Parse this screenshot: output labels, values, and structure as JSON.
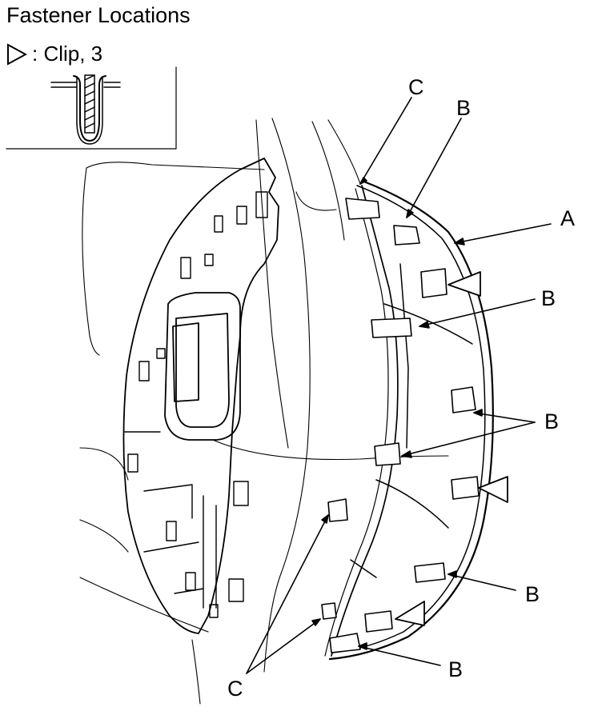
{
  "title": "Fastener Locations",
  "legend": {
    "symbol": "clip-triangle-icon",
    "text": ": Clip, 3"
  },
  "callouts": {
    "c_top": "C",
    "b_top": "B",
    "a": "A",
    "b_upper": "B",
    "b_middle": "B",
    "b_lower": "B",
    "b_bottom": "B",
    "c_bottom": "C"
  }
}
